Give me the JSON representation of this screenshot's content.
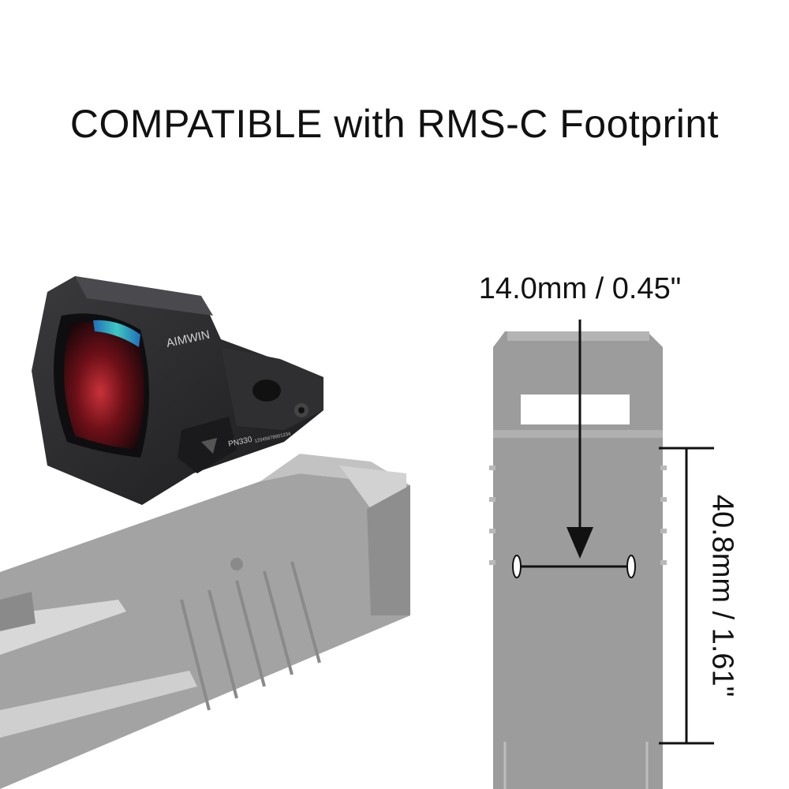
{
  "title": "COMPATIBLE with RMS-C Footprint",
  "sight": {
    "brand": "AIMWIN",
    "part_number": "PN330",
    "serial": "12345678901234"
  },
  "dimensions": {
    "width_label": "14.0mm / 0.45\"",
    "length_label": "40.8mm / 1.61\""
  },
  "colors": {
    "slide_gray": "#9a9a9a",
    "slide_light": "#bdbdbd",
    "sight_body": "#2b2b2d",
    "text": "#111111"
  }
}
